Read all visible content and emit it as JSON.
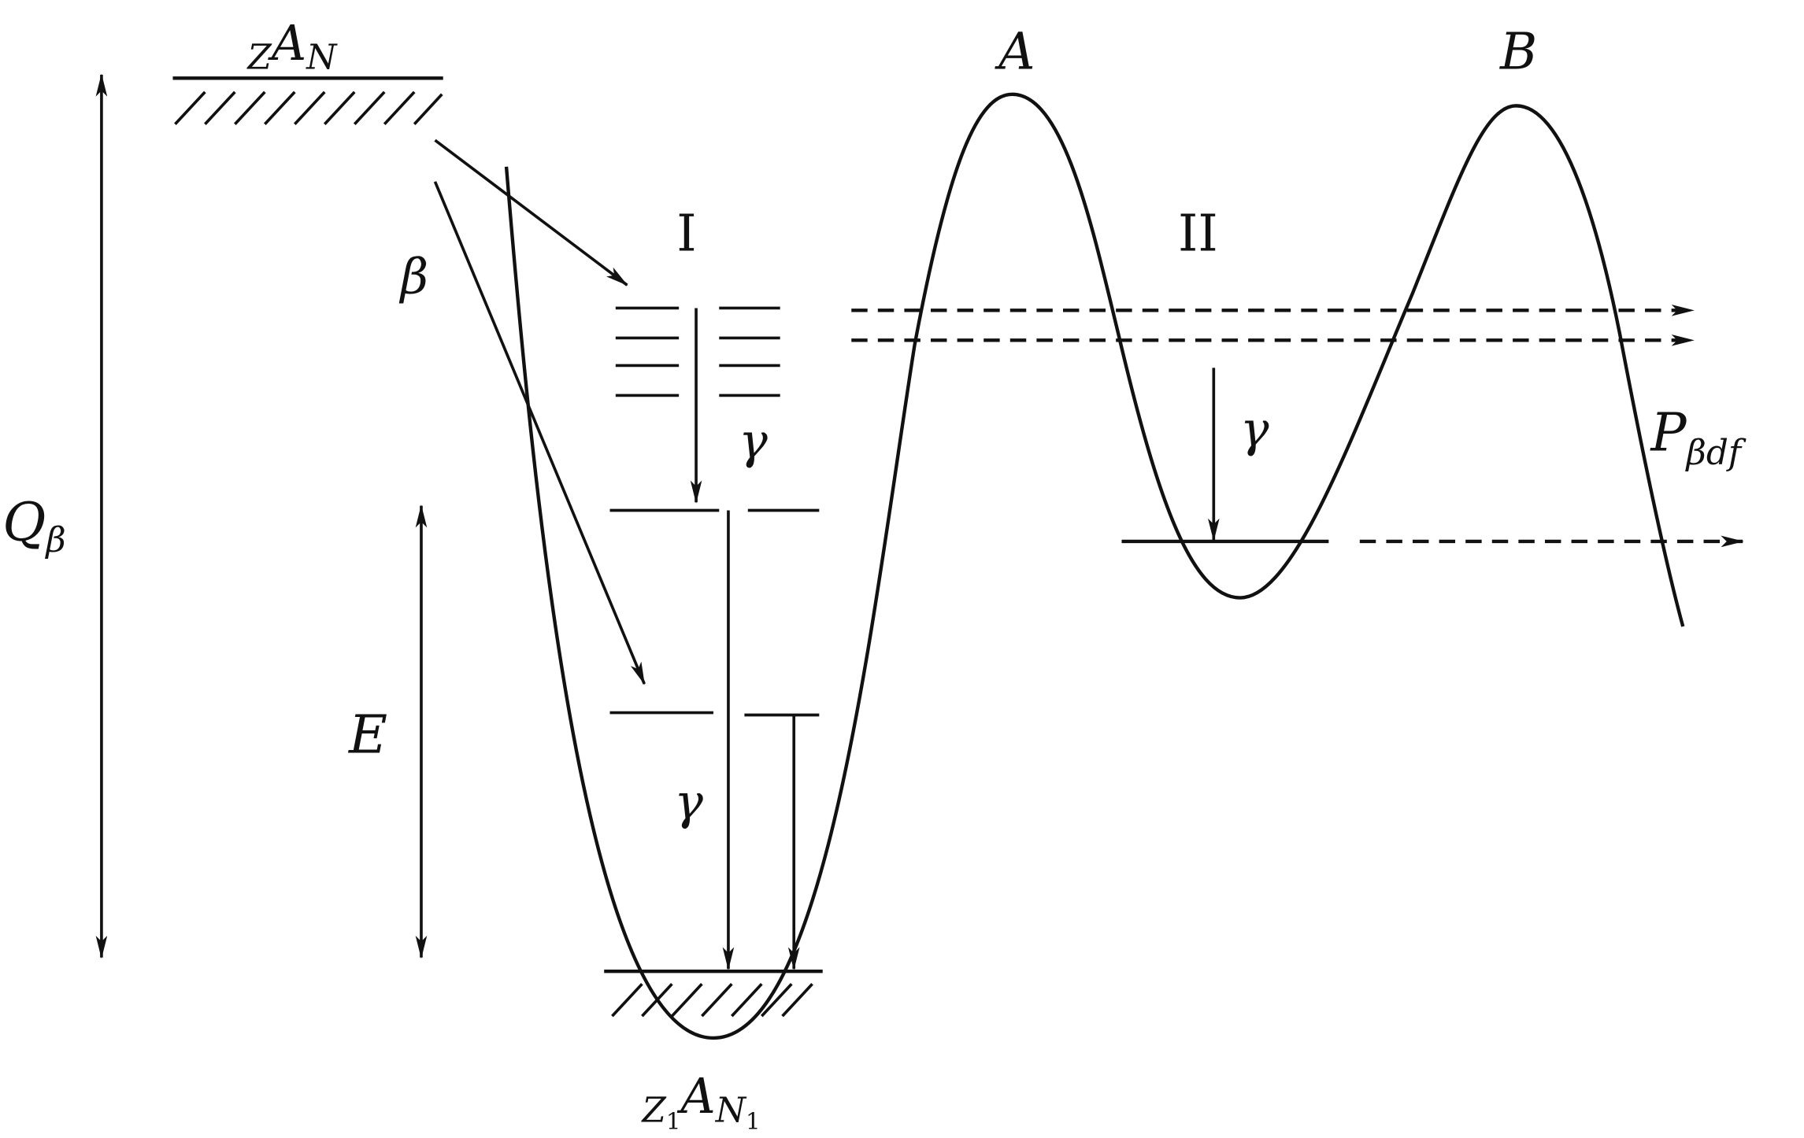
{
  "diagram": {
    "title": "Beta-delayed fission energy scheme",
    "labels": {
      "parent_Z": "Z",
      "parent_A": "A",
      "parent_N": "N",
      "daughter_Z": "Z",
      "daughter_Z_sub": "1",
      "daughter_A": "A",
      "daughter_N": "N",
      "daughter_N_sub": "1",
      "barrier_A": "A",
      "barrier_B": "B",
      "well_I": "I",
      "well_II": "II",
      "beta": "β",
      "gamma_1": "γ",
      "gamma_2": "γ",
      "gamma_3": "γ",
      "Q": "Q",
      "Q_sub": "β",
      "E": "E",
      "P": "P",
      "P_sub": "βdf"
    }
  }
}
